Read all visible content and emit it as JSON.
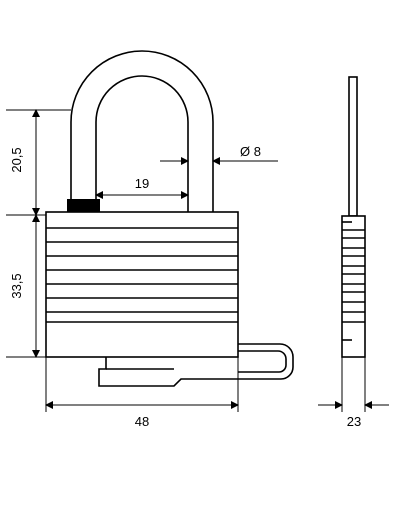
{
  "dimensions": {
    "shackle_height": "20,5",
    "body_height": "33,5",
    "shackle_inner_width": "19",
    "shackle_diameter": "Ø 8",
    "body_width": "48",
    "body_depth": "23"
  },
  "colors": {
    "line": "#000000",
    "background": "#ffffff",
    "black_band": "#000000"
  }
}
